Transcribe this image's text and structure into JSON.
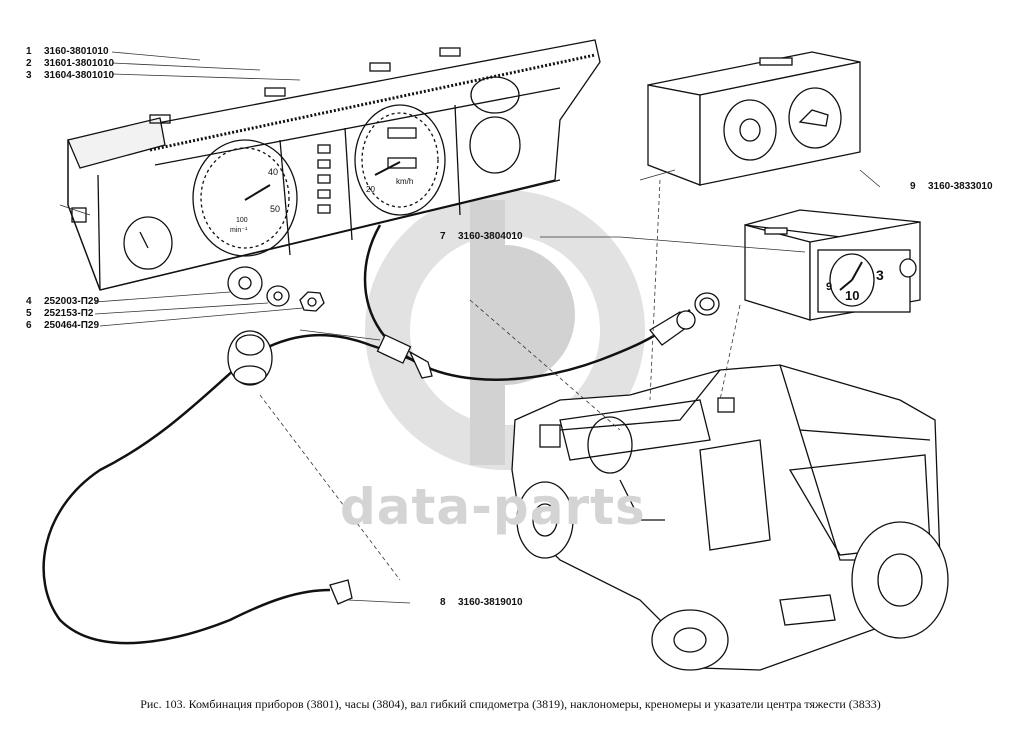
{
  "callouts": [
    {
      "num": "1",
      "code": "3160-3801010"
    },
    {
      "num": "2",
      "code": "31601-3801010"
    },
    {
      "num": "3",
      "code": "31604-3801010"
    },
    {
      "num": "4",
      "code": "252003-П29"
    },
    {
      "num": "5",
      "code": "252153-П2"
    },
    {
      "num": "6",
      "code": "250464-П29"
    },
    {
      "num": "7",
      "code": "3160-3804010"
    },
    {
      "num": "8",
      "code": "3160-3819010"
    },
    {
      "num": "9",
      "code": "3160-3833010"
    }
  ],
  "gauge_text": {
    "tacho_unit": "min⁻¹",
    "tacho_sub": "100",
    "tacho_40": "40",
    "tacho_50": "50",
    "speedo_unit": "km/h",
    "speedo_20": "20",
    "clock_3": "3",
    "clock_10": "10",
    "clock_9": "9"
  },
  "watermark": "data-parts",
  "caption": "Рис. 103. Комбинация приборов (3801), часы (3804), вал гибкий спидометра (3819), наклономеры, кренoмеры и указатели центра тяжести (3833)"
}
